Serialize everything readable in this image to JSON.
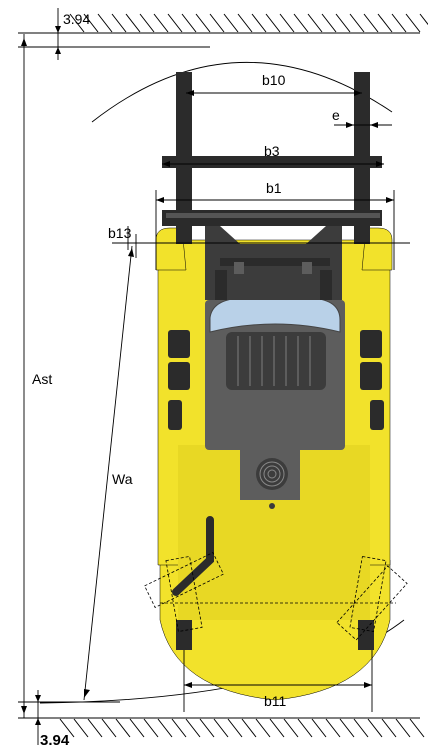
{
  "dimensions": {
    "top_clearance": "3.94",
    "bottom_clearance": "3.94",
    "b10": "b10",
    "e": "e",
    "b3": "b3",
    "b1": "b1",
    "b13": "b13",
    "ast": "Ast",
    "wa": "Wa",
    "b11": "b11"
  },
  "colors": {
    "body_yellow": "#f2e22b",
    "body_shadow": "#d4c41a",
    "dark_gray": "#5d5d5d",
    "mast_black": "#2b2b2b",
    "window_blue": "#b9d1e8",
    "line": "#000000"
  }
}
